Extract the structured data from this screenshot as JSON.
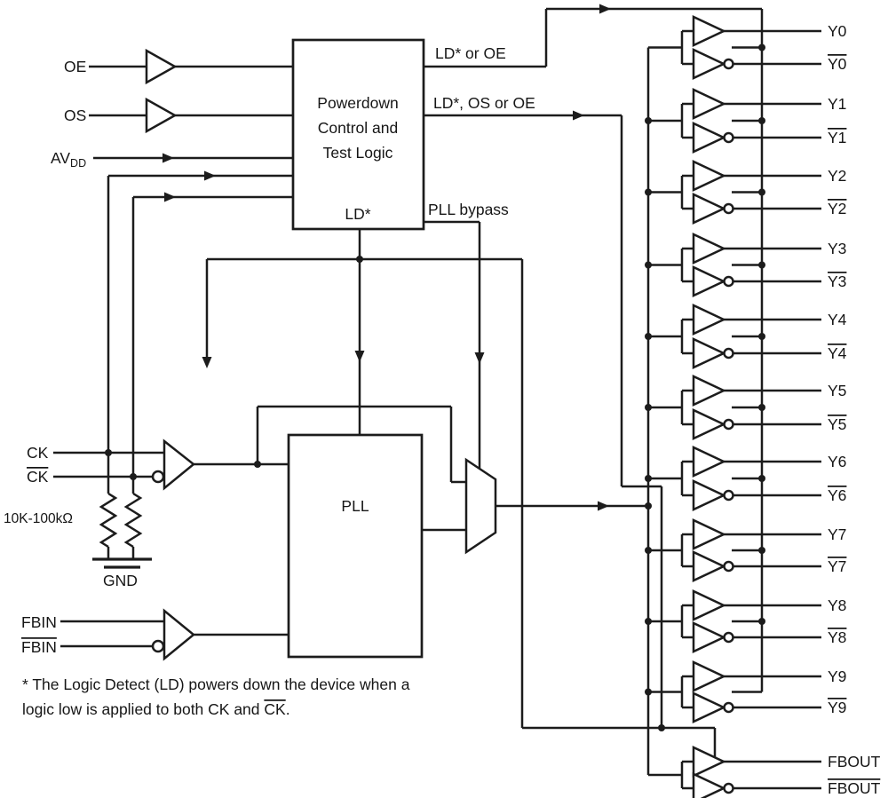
{
  "inputs": {
    "oe": "OE",
    "os": "OS",
    "avdd": "AV",
    "avdd_sub": "DD",
    "ck": "CK",
    "ck_bar": "CK",
    "fbin": "FBIN",
    "fbin_bar": "FBIN",
    "resistors": "10K-100kΩ",
    "gnd": "GND"
  },
  "powerdown_block": {
    "line1": "Powerdown",
    "line2": "Control and",
    "line3": "Test Logic",
    "ld": "LD*"
  },
  "pll_block": {
    "label": "PLL"
  },
  "nets": {
    "ld_or_oe": "LD* or OE",
    "ld_os_or_oe": "LD*, OS or OE",
    "pll_bypass": "PLL bypass"
  },
  "outputs": [
    {
      "t": "Y0",
      "c": "Y0"
    },
    {
      "t": "Y1",
      "c": "Y1"
    },
    {
      "t": "Y2",
      "c": "Y2"
    },
    {
      "t": "Y3",
      "c": "Y3"
    },
    {
      "t": "Y4",
      "c": "Y4"
    },
    {
      "t": "Y5",
      "c": "Y5"
    },
    {
      "t": "Y6",
      "c": "Y6"
    },
    {
      "t": "Y7",
      "c": "Y7"
    },
    {
      "t": "Y8",
      "c": "Y8"
    },
    {
      "t": "Y9",
      "c": "Y9"
    },
    {
      "t": "FBOUT",
      "c": "FBOUT"
    }
  ],
  "footnote": {
    "l1": "* The Logic Detect (LD) powers down the device when a",
    "l2a": "logic low is applied to both CK and ",
    "l2b": "CK",
    "l2c": "."
  }
}
